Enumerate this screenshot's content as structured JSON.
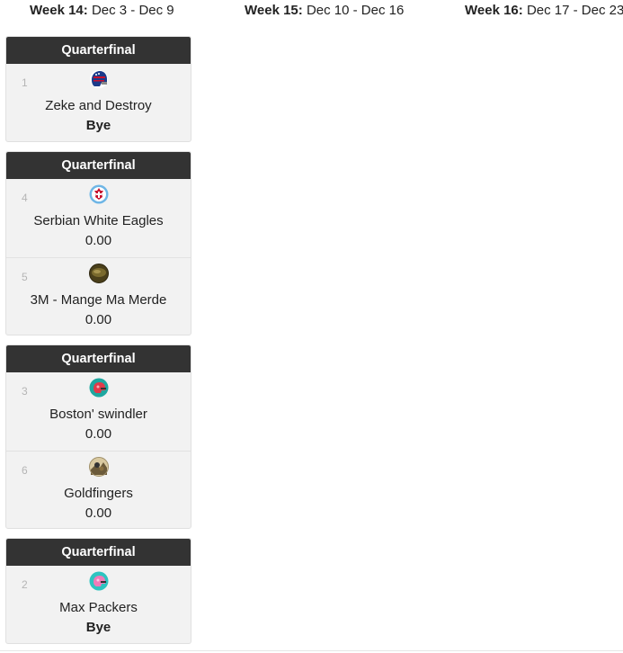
{
  "weeks": [
    {
      "label": "Week 14:",
      "dates": "Dec 3 - Dec 9"
    },
    {
      "label": "Week 15:",
      "dates": "Dec 10 - Dec 16"
    },
    {
      "label": "Week 16:",
      "dates": "Dec 17 - Dec 23"
    }
  ],
  "matchups": [
    {
      "round": "Quarterfinal",
      "teams": [
        {
          "seed": "1",
          "name": "Zeke and Destroy",
          "score": "Bye",
          "logo": "patriot-helmet-icon"
        }
      ]
    },
    {
      "round": "Quarterfinal",
      "teams": [
        {
          "seed": "4",
          "name": "Serbian White Eagles",
          "score": "0.00",
          "logo": "crest-icon"
        },
        {
          "seed": "5",
          "name": "3M - Mange Ma Merde",
          "score": "0.00",
          "logo": "photo-avatar-icon"
        }
      ]
    },
    {
      "round": "Quarterfinal",
      "teams": [
        {
          "seed": "3",
          "name": "Boston' swindler",
          "score": "0.00",
          "logo": "red-helmet-icon"
        },
        {
          "seed": "6",
          "name": "Goldfingers",
          "score": "0.00",
          "logo": "photo-avatar-icon"
        }
      ]
    },
    {
      "round": "Quarterfinal",
      "teams": [
        {
          "seed": "2",
          "name": "Max Packers",
          "score": "Bye",
          "logo": "pink-helmet-icon"
        }
      ]
    }
  ],
  "colors": {
    "round_header_bg": "#333333",
    "card_bg": "#f2f2f2",
    "seed_text": "#b5b5b5"
  }
}
